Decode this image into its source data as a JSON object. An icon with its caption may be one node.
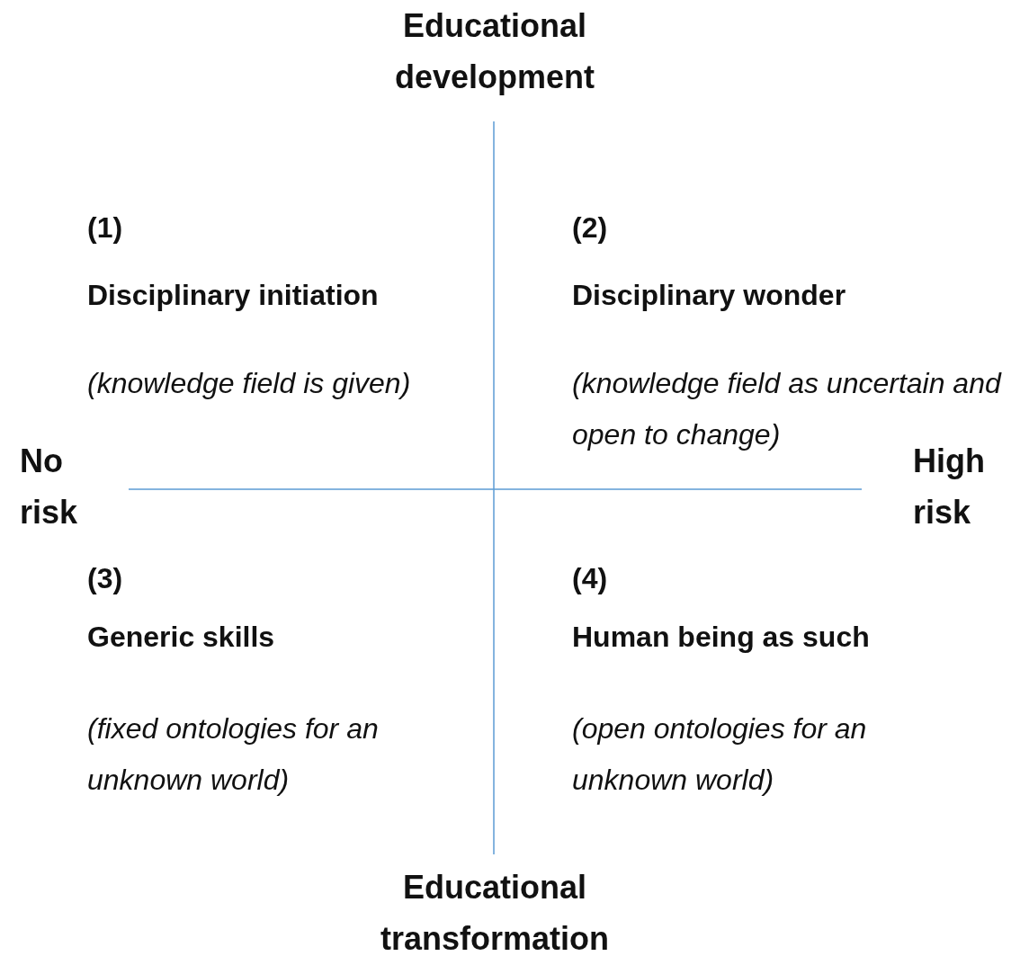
{
  "diagram": {
    "labels": [
      "Educational development",
      "(1)",
      "(2)",
      "Disciplinary initiation",
      "Disciplinary wonder",
      "(knowledge field is given)",
      "(knowledge field as uncertain and open to change)",
      "No risk",
      "High risk",
      "(3)",
      "(4)",
      "Generic skills",
      "Human being as such",
      "(fixed ontologies for an unknown world)",
      "(open ontologies for an unknown world)",
      "Educational transformation"
    ]
  }
}
